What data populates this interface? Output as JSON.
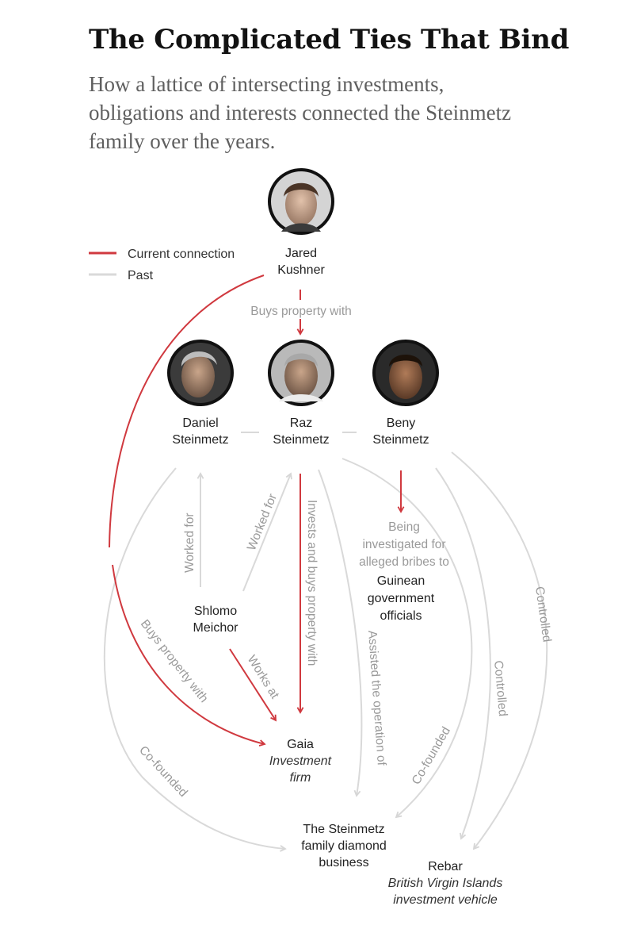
{
  "header": {
    "title": "The Complicated Ties That Bind",
    "subtitle": "How a lattice of intersecting investments, obligations and interests connected the Steinmetz family over the years."
  },
  "legend": {
    "current": "Current connection",
    "past": "Past",
    "current_color": "#d0393f",
    "past_color": "#d9d9d9"
  },
  "people": {
    "jared": {
      "name_line1": "Jared",
      "name_line2": "Kushner"
    },
    "daniel": {
      "name_line1": "Daniel",
      "name_line2": "Steinmetz"
    },
    "raz": {
      "name_line1": "Raz",
      "name_line2": "Steinmetz"
    },
    "beny": {
      "name_line1": "Beny",
      "name_line2": "Steinmetz"
    },
    "shlomo": {
      "name_line1": "Shlomo",
      "name_line2": "Meichor"
    }
  },
  "entities": {
    "guinean": {
      "line1": "Guinean",
      "line2": "government",
      "line3": "officials"
    },
    "gaia": {
      "name": "Gaia",
      "desc_line1": "Investment",
      "desc_line2": "firm"
    },
    "diamond": {
      "line1": "The Steinmetz",
      "line2": "family diamond",
      "line3": "business"
    },
    "rebar": {
      "name": "Rebar",
      "desc_line1": "British Virgin Islands",
      "desc_line2": "investment vehicle"
    }
  },
  "edges": {
    "buys_property_with_top": "Buys property with",
    "being_investigated_line1": "Being",
    "being_investigated_line2": "investigated for",
    "being_investigated_line3": "alleged bribes to",
    "worked_for_daniel": "Worked for",
    "worked_for_raz": "Worked for",
    "invests_and_buys": "Invests and buys property with",
    "assisted_operation": "Assisted the operation of",
    "controlled_outer": "Controlled",
    "controlled_inner": "Controlled",
    "co_founded_left": "Co-founded",
    "co_founded_right": "Co-founded",
    "buys_property_with_left": "Buys property with",
    "works_at": "Works at"
  }
}
